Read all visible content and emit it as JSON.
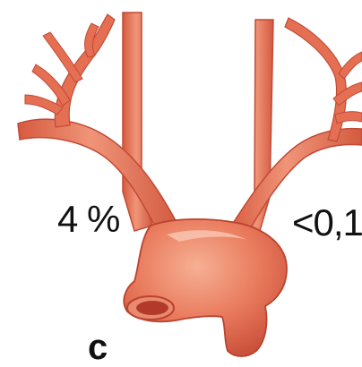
{
  "labels": {
    "left_percent": "4 %",
    "right_percent": "<0,1",
    "panel_letter": "c"
  },
  "colors": {
    "vessel_fill": "#e46f52",
    "vessel_light": "#f2a184",
    "vessel_dark": "#c84a34",
    "outline": "#b9432f",
    "lumen": "#b23a2b"
  }
}
